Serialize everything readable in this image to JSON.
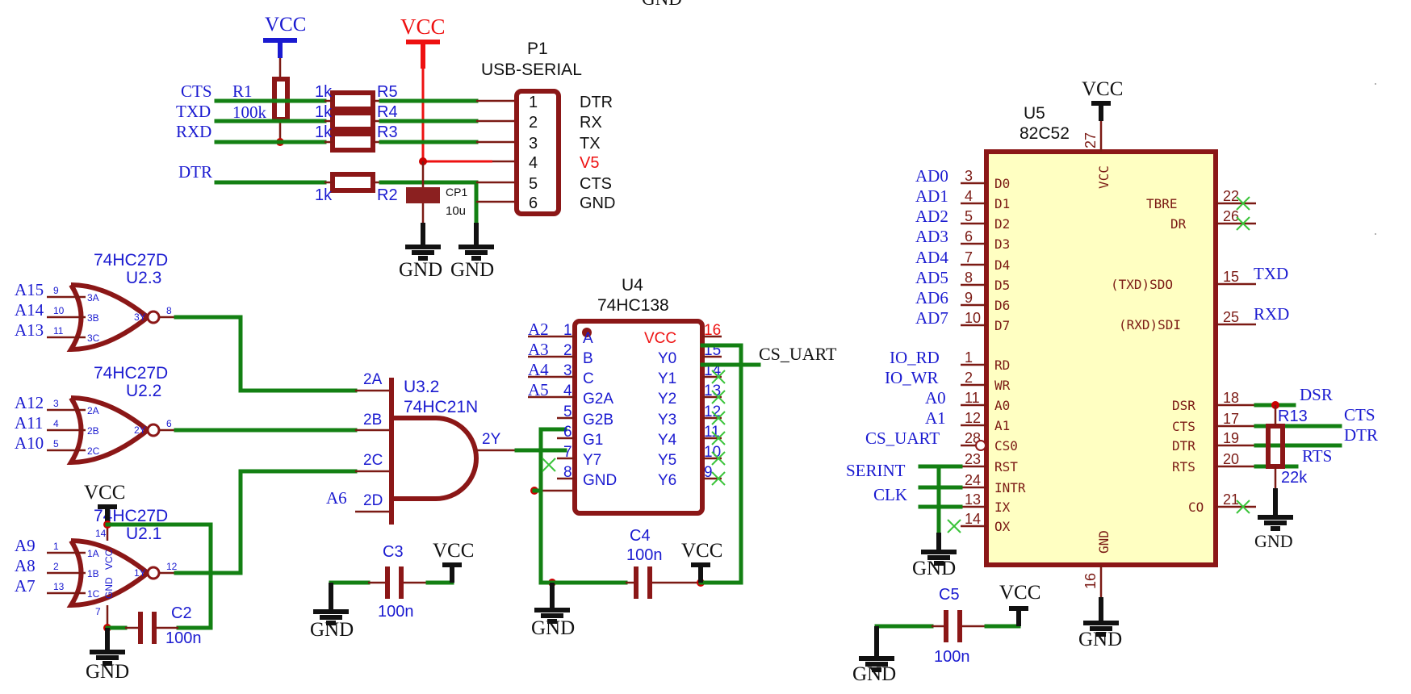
{
  "top_gnd_label": "GND",
  "power": {
    "vcc": "VCC",
    "gnd": "GND"
  },
  "connector": {
    "ref": "P1",
    "value": "USB-SERIAL",
    "pin_numbers": [
      "1",
      "2",
      "3",
      "4",
      "5",
      "6"
    ],
    "pin_names": [
      "DTR",
      "RX",
      "TX",
      "V5",
      "CTS",
      "GND"
    ]
  },
  "resistors": {
    "r1_ref": "R1",
    "r1_val": "100k",
    "r5_ref": "R5",
    "r4_ref": "R4",
    "r3_ref": "R3",
    "r2_ref": "R2",
    "r_val": "1k",
    "r13_ref": "R13",
    "r13_val": "22k"
  },
  "cap_cp1": {
    "ref": "CP1",
    "value": "10u"
  },
  "caps": {
    "c2": "C2",
    "c3": "C3",
    "c4": "C4",
    "c5": "C5",
    "value": "100n"
  },
  "nets_left": [
    "CTS",
    "TXD",
    "RXD",
    "DTR"
  ],
  "nor_part": "74HC27D",
  "u23": {
    "ref": "U2.3",
    "inputs": [
      "A15",
      "A14",
      "A13"
    ],
    "pins": [
      "9",
      "10",
      "11"
    ],
    "pin_names": [
      "3A",
      "3B",
      "3C"
    ],
    "out_name": "3Y",
    "out_pin": "8"
  },
  "u22": {
    "ref": "U2.2",
    "inputs": [
      "A12",
      "A11",
      "A10"
    ],
    "pins": [
      "3",
      "4",
      "5"
    ],
    "pin_names": [
      "2A",
      "2B",
      "2C"
    ],
    "out_name": "2Y",
    "out_pin": "6"
  },
  "u21": {
    "ref": "U2.1",
    "inputs": [
      "A9",
      "A8",
      "A7"
    ],
    "pins": [
      "1",
      "2",
      "13"
    ],
    "pin_names": [
      "1A",
      "1B",
      "1C"
    ],
    "out_name": "1Y",
    "out_pin": "12",
    "vcc_pin": "14",
    "gnd_pin": "7",
    "vcc_lbl": "VCC",
    "gnd_lbl": "GND"
  },
  "u32": {
    "ref": "U3.2",
    "value": "74HC21N",
    "inputs": [
      "2A",
      "2B",
      "2C",
      "2D"
    ],
    "output": "2Y",
    "a6": "A6"
  },
  "u4": {
    "ref": "U4",
    "value": "74HC138",
    "left_nets": [
      "A2",
      "A3",
      "A4",
      "A5"
    ],
    "left_pins": [
      "1",
      "2",
      "3",
      "4",
      "5",
      "6",
      "7",
      "8"
    ],
    "left_names": [
      "A",
      "B",
      "C",
      "G2A",
      "G2B",
      "G1",
      "Y7",
      "GND"
    ],
    "right_pins": [
      "16",
      "15",
      "14",
      "13",
      "12",
      "11",
      "10",
      "9"
    ],
    "right_names": [
      "VCC",
      "Y0",
      "Y1",
      "Y2",
      "Y3",
      "Y4",
      "Y5",
      "Y6"
    ],
    "cs_net": "CS_UART"
  },
  "u5": {
    "ref": "U5",
    "value": "82C52",
    "left_nets": [
      "AD0",
      "AD1",
      "AD2",
      "AD3",
      "AD4",
      "AD5",
      "AD6",
      "AD7",
      "IO_RD",
      "IO_WR",
      "A0",
      "A1",
      "CS_UART",
      "SERINT",
      "CLK"
    ],
    "left_pins": [
      "3",
      "4",
      "5",
      "6",
      "7",
      "8",
      "9",
      "10",
      "1",
      "2",
      "11",
      "12",
      "28",
      "23",
      "24",
      "13",
      "14"
    ],
    "left_names": [
      "D0",
      "D1",
      "D2",
      "D3",
      "D4",
      "D5",
      "D6",
      "D7",
      "RD",
      "WR",
      "A0",
      "A1",
      "CS0",
      "RST",
      "INTR",
      "IX",
      "OX"
    ],
    "right_pins": [
      "22",
      "26",
      "15",
      "25",
      "18",
      "17",
      "19",
      "20",
      "21"
    ],
    "right_names": [
      "TBRE",
      "DR",
      "(TXD)SDO",
      "(RXD)SDI",
      "DSR",
      "CTS",
      "DTR",
      "RTS",
      "CO"
    ],
    "right_nets": [
      "TXD",
      "RXD",
      "DSR",
      "CTS",
      "DTR",
      "RTS"
    ],
    "top_pin": "27",
    "top_name": "VCC",
    "bot_pin": "16",
    "bot_name": "GND"
  }
}
